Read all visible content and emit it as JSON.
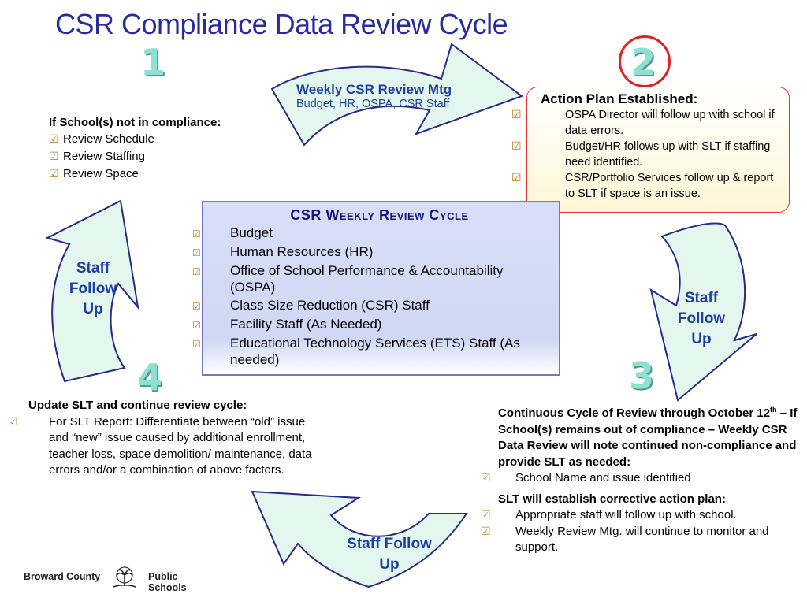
{
  "title": "CSR Compliance Data Review Cycle",
  "steps": {
    "s1": "1",
    "s2": "2",
    "s3": "3",
    "s4": "4"
  },
  "top_arrow": {
    "title": "Weekly CSR Review Mtg",
    "subtitle": "Budget, HR, OSPA, CSR Staff"
  },
  "left_block": {
    "heading": "If School(s) not in compliance:",
    "items": [
      "Review Schedule",
      "Review Staffing",
      "Review Space"
    ]
  },
  "action_plan": {
    "heading": "Action Plan Established:",
    "items": [
      "OSPA Director will follow up with school if data errors.",
      "Budget/HR follows up with SLT if staffing need identified.",
      "CSR/Portfolio Services follow up & report  to SLT if space is an issue."
    ]
  },
  "center_box": {
    "heading": "CSR Weekly Review Cycle",
    "items": [
      "Budget",
      "Human Resources (HR)",
      "Office of School Performance & Accountability (OSPA)",
      "Class Size Reduction (CSR) Staff",
      "Facility Staff (As Needed)",
      "Educational Technology Services (ETS) Staff (As needed)"
    ]
  },
  "staff_follow_up": {
    "left_lines": [
      "Staff",
      "Follow",
      "Up"
    ],
    "right_lines": [
      "Staff",
      "Follow",
      "Up"
    ],
    "bottom_lines": [
      "Staff  Follow",
      "Up"
    ]
  },
  "step4_block": {
    "heading": "Update SLT and continue review cycle:",
    "items": [
      "For SLT Report: Differentiate between “old” issue and “new” issue caused by additional enrollment, teacher loss, space demolition/ maintenance, data errors and/or a combination of above factors."
    ]
  },
  "step3_block": {
    "heading_pre": "Continuous Cycle of Review through October 12",
    "heading_sup": "th",
    "heading_post": " – If School(s) remains out of compliance – Weekly CSR Data Review will note continued non-compliance and provide SLT as needed:",
    "items1": [
      "School Name and issue identified"
    ],
    "heading2": "SLT will establish corrective action plan:",
    "items2": [
      "Appropriate staff will follow up with school.",
      "Weekly Review Mtg. will continue to monitor and support."
    ]
  },
  "logo": {
    "left": "Broward County",
    "right": "Public Schools"
  },
  "colors": {
    "title": "#2b2b9e",
    "arrow_fill": "#e3f7ef",
    "arrow_stroke": "#2a2a8a",
    "accent_text": "#1f3fa0",
    "step_number": "#8fe0d2",
    "circle": "#e02020"
  },
  "icons": {
    "checkbox": "checked-box-icon"
  }
}
